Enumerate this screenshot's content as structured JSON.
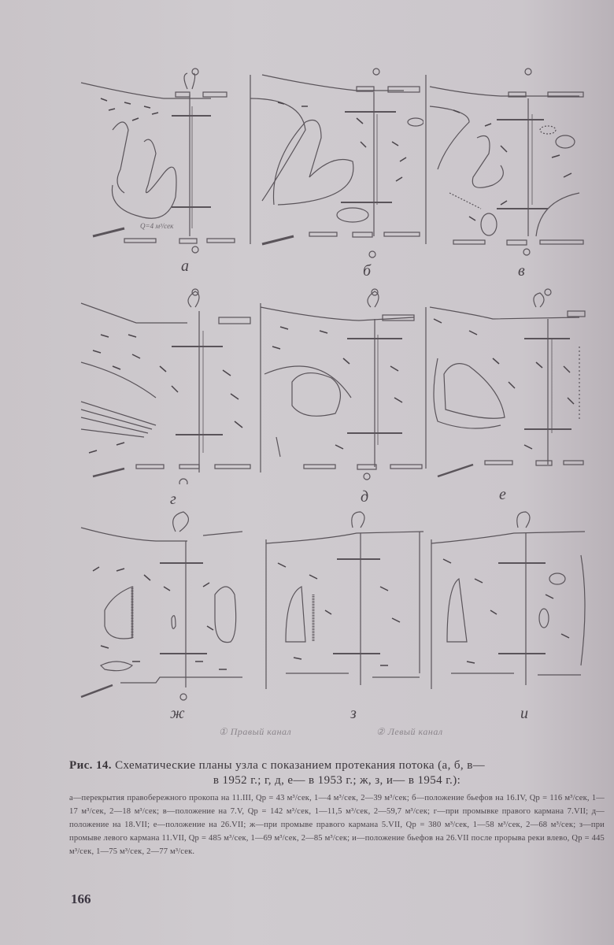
{
  "figure": {
    "panels": [
      {
        "label": "а",
        "year": "1952"
      },
      {
        "label": "б",
        "year": "1952"
      },
      {
        "label": "в",
        "year": "1952"
      },
      {
        "label": "г",
        "year": "1953"
      },
      {
        "label": "д",
        "year": "1953"
      },
      {
        "label": "е",
        "year": "1953"
      },
      {
        "label": "ж",
        "year": "1954"
      },
      {
        "label": "з",
        "year": "1954"
      },
      {
        "label": "и",
        "year": "1954"
      }
    ],
    "panel_a_annotation": "Q=4 м³/сек",
    "legend": {
      "right_channel": "① Правый канал",
      "left_channel": "② Левый канал"
    }
  },
  "caption": {
    "fig_number": "Рис. 14.",
    "title_line1": "Схематические планы узла с показанием протекания потока (а, б, в—",
    "title_line2": "в 1952 г.; г, д, е— в 1953 г.; ж, з, и— в 1954 г.):",
    "body": "а—перекрытия правобережного прокопа на 11.III, Qр = 43 м³/сек, 1—4 м³/сек, 2—39 м³/сек; б—положение бьефов на 16.IV, Qр = 116 м³/сек, 1—17 м³/сек, 2—18 м³/сек; в—положение на 7.V, Qр = 142 м³/сек, 1—11,5 м³/сек, 2—59,7 м³/сек; г—при промывке правого кармана 7.VII; д—положение на 18.VII; е—положение на 26.VII; ж—при промыве правого кармана 5.VII, Qр = 380 м³/сек, 1—58 м³/сек, 2—68 м³/сек; з—при промыве левого кармана 11.VII, Qр = 485 м³/сек, 1—69 м³/сек, 2—85 м³/сек; и—положение бьефов на 26.VII после прорыва реки влево, Qр = 445 м³/сек, 1—75 м³/сек, 2—77 м³/сек."
  },
  "page_number": "166"
}
